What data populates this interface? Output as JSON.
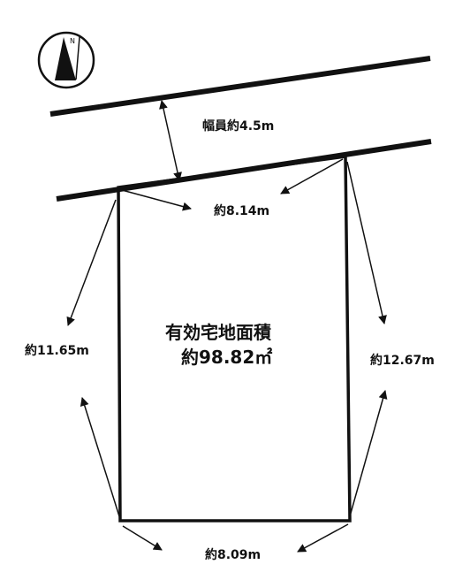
{
  "compass": {
    "icon": "north-arrow-icon",
    "label": "N"
  },
  "road": {
    "width_label": "幅員約4.5m"
  },
  "lot": {
    "front_label": "約8.14m",
    "left_label": "約11.65m",
    "right_label": "約12.67m",
    "rear_label": "約8.09m",
    "area_title": "有効宅地面積",
    "area_value": "約98.82㎡"
  },
  "colors": {
    "ink": "#111111",
    "background": "#ffffff"
  }
}
